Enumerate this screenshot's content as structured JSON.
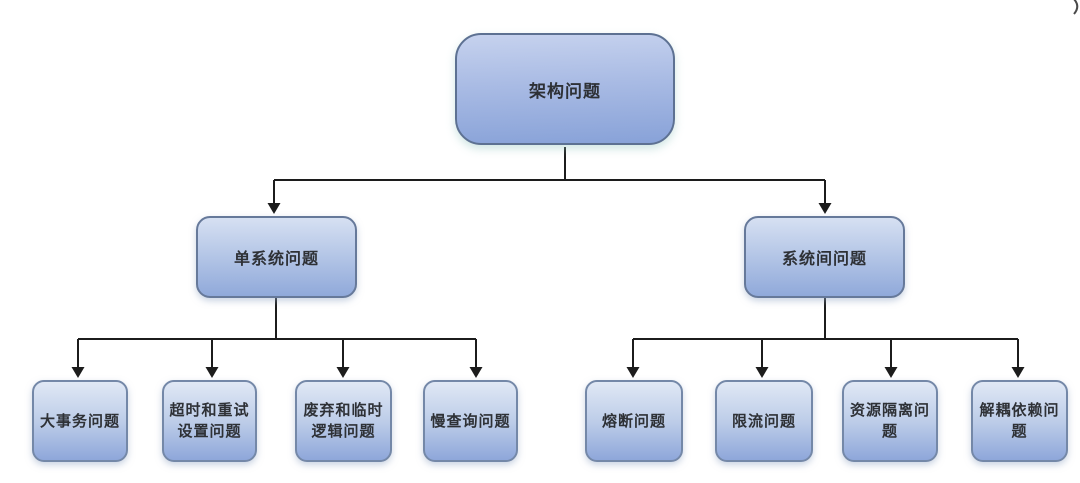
{
  "diagram": {
    "root": {
      "label": "架构问题"
    },
    "branches": [
      {
        "label": "单系统问题",
        "children": [
          "大事务问题",
          "超时和重试设置问题",
          "废弃和临时逻辑问题",
          "慢查询问题"
        ]
      },
      {
        "label": "系统间问题",
        "children": [
          "熔断问题",
          "限流问题",
          "资源隔离问题",
          "解耦依赖问题"
        ]
      }
    ]
  },
  "colors": {
    "node_fill_top": "#e0e8f5",
    "node_fill_bottom": "#8ea7da",
    "root_fill_top": "#c6d2ee",
    "root_fill_bottom": "#88a2d8",
    "node_border": "#66799a",
    "connector": "#1c1c1c",
    "text": "#2e3136",
    "background": "#ffffff"
  }
}
